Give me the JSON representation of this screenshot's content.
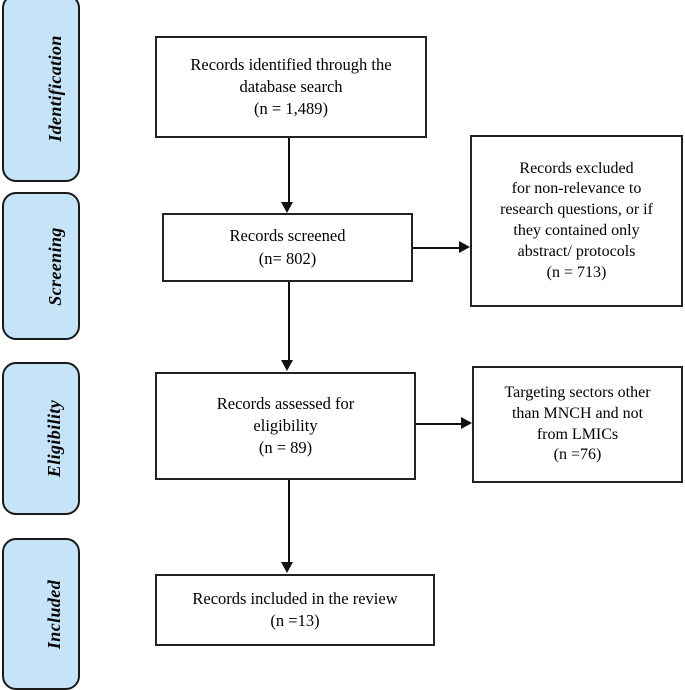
{
  "diagram": {
    "type": "prisma-flow-diagram",
    "colors": {
      "stage_fill": "#c5e4f7",
      "stage_border": "#1a1a1a",
      "box_fill": "#ffffff",
      "box_border": "#222222",
      "connector": "#111111",
      "text": "#000000",
      "background": "#ffffff"
    },
    "stages": [
      {
        "id": "identification",
        "label": "Identification"
      },
      {
        "id": "screening",
        "label": "Screening"
      },
      {
        "id": "eligibility",
        "label": "Eligibility"
      },
      {
        "id": "included",
        "label": "Included"
      }
    ],
    "boxes": {
      "identified": {
        "text": "Records identified through the\ndatabase search\n(n = 1,489)",
        "count": 1489
      },
      "screened": {
        "text": "Records screened\n(n= 802)",
        "count": 802
      },
      "excluded_screening": {
        "text": "Records excluded\nfor non-relevance to\nresearch questions, or if\nthey contained only\nabstract/ protocols\n(n = 713)",
        "count": 713
      },
      "assessed": {
        "text": "Records assessed for\neligibility\n(n = 89)",
        "count": 89
      },
      "excluded_eligibility": {
        "text": "Targeting sectors other\nthan MNCH and not\nfrom LMICs\n(n =76)",
        "count": 76
      },
      "included": {
        "text": "Records included in the review\n(n =13)",
        "count": 13
      }
    },
    "connectors": [
      {
        "id": "identified-to-screened",
        "direction": "down",
        "icon": "arrow-down-icon"
      },
      {
        "id": "screened-to-excluded",
        "direction": "right",
        "icon": "arrow-right-icon"
      },
      {
        "id": "screened-to-assessed",
        "direction": "down",
        "icon": "arrow-down-icon"
      },
      {
        "id": "assessed-to-excluded",
        "direction": "right",
        "icon": "arrow-right-icon"
      },
      {
        "id": "assessed-to-included",
        "direction": "down",
        "icon": "arrow-down-icon"
      }
    ]
  }
}
